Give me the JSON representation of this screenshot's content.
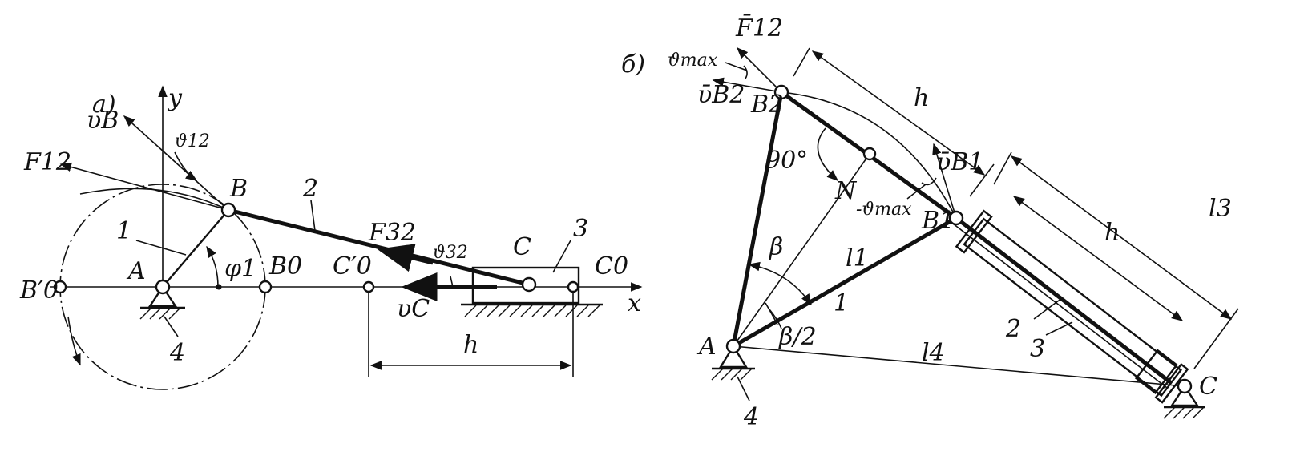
{
  "panel_a": {
    "label": "a)",
    "labels": {
      "y": "y",
      "x": "x",
      "vB": "υB",
      "theta12": "ϑ12",
      "F12": "F12",
      "B": "B",
      "A": "A",
      "B0": "B0",
      "B0p": "B′0",
      "one": "1",
      "two": "2",
      "three": "3",
      "four": "4",
      "phi1": "φ1",
      "F32": "F32",
      "theta32": "ϑ32",
      "C": "C",
      "C0": "C0",
      "C0p": "C′0",
      "vC": "υC",
      "h": "h"
    }
  },
  "panel_b": {
    "label": "б)",
    "labels": {
      "F12": "F̄12",
      "thetamax": "ϑmax",
      "vB2": "ῡB2",
      "B2": "B2",
      "h_top": "h",
      "ninety": "90°",
      "N": "N",
      "vB1": "ῡB1",
      "minus_thetamax": "-ϑmax",
      "B1": "B1",
      "l3": "l3",
      "h_right": "h",
      "beta": "β",
      "l1": "l1",
      "one": "1",
      "two": "2",
      "three": "3",
      "beta_half": "β/2",
      "A": "A",
      "l4": "l4",
      "C": "C",
      "four": "4"
    }
  }
}
